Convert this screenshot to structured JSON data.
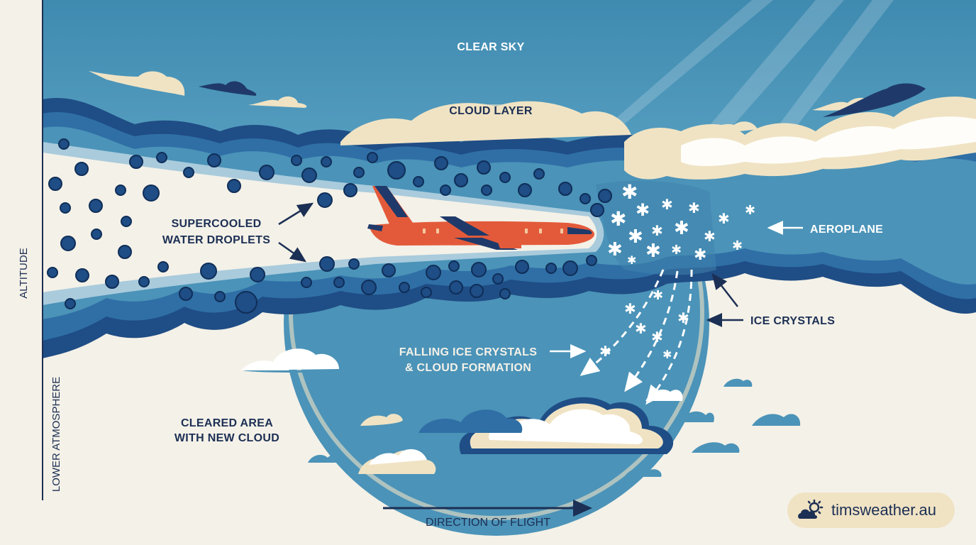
{
  "labels": {
    "clear_sky": "CLEAR SKY",
    "cloud_layer": "CLOUD LAYER",
    "supercooled_line1": "SUPERCOOLED",
    "supercooled_line2": "WATER DROPLETS",
    "aeroplane": "AEROPLANE",
    "ice_crystals": "ICE CRYSTALS",
    "falling_line1": "FALLING ICE CRYSTALS",
    "falling_line2": "& CLOUD FORMATION",
    "cleared_line1": "CLEARED AREA",
    "cleared_line2": "WITH NEW CLOUD",
    "direction": "DIRECTION OF FLIGHT",
    "altitude": "ALTITUDE",
    "lower_atmosphere": "LOWER ATMOSPHERE"
  },
  "brand": {
    "text": "timsweather.au",
    "icon": "cloud-sun-icon"
  },
  "colors": {
    "sky": "#4b93b8",
    "cloud_navy": "#1f4d85",
    "cloud_mid": "#2f6fa6",
    "cream": "#f4f1e8",
    "plane": "#e35a3a",
    "navy_text": "#1c2f54"
  }
}
